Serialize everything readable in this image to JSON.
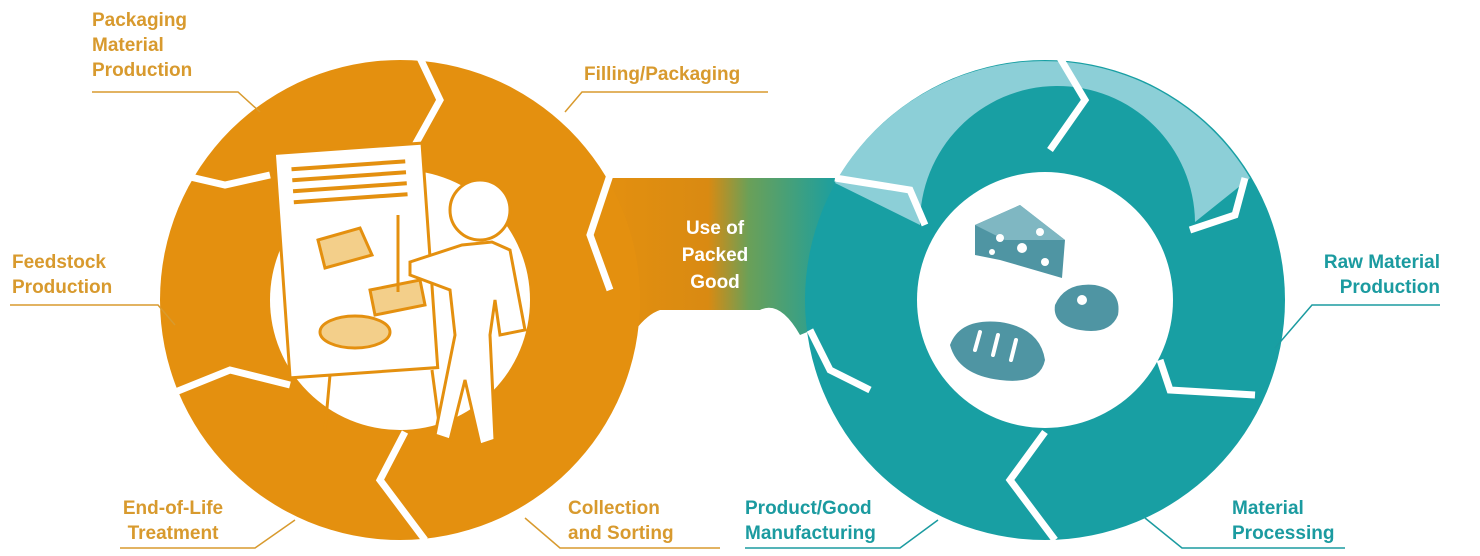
{
  "center": {
    "lines": [
      "Use of",
      "Packed",
      "Good"
    ]
  },
  "packaging_cycle": {
    "color": "#e4900f",
    "stages": [
      {
        "key": "packaging_material_production",
        "lines": [
          "Packaging",
          "Material",
          "Production"
        ]
      },
      {
        "key": "filling_packaging",
        "lines": [
          "Filling/Packaging"
        ]
      },
      {
        "key": "feedstock_production",
        "lines": [
          "Feedstock",
          "Production"
        ]
      },
      {
        "key": "end_of_life_treatment",
        "lines": [
          "End-of-Life",
          "Treatment"
        ]
      },
      {
        "key": "collection_and_sorting",
        "lines": [
          "Collection",
          "and Sorting"
        ]
      }
    ]
  },
  "product_cycle": {
    "color": "#189fa3",
    "light_color": "#8ccfd7",
    "stages": [
      {
        "key": "raw_material_production",
        "lines": [
          "Raw Material",
          "Production"
        ]
      },
      {
        "key": "material_processing",
        "lines": [
          "Material",
          "Processing"
        ]
      },
      {
        "key": "product_good_manufacturing",
        "lines": [
          "Product/Good",
          "Manufacturing"
        ]
      }
    ]
  },
  "label_color_orange": "#d89a2e",
  "label_color_teal": "#1b9ba0",
  "icons": [
    "presenter-with-flipchart-icon",
    "cheese-icon",
    "steak-icon",
    "bread-icon"
  ]
}
